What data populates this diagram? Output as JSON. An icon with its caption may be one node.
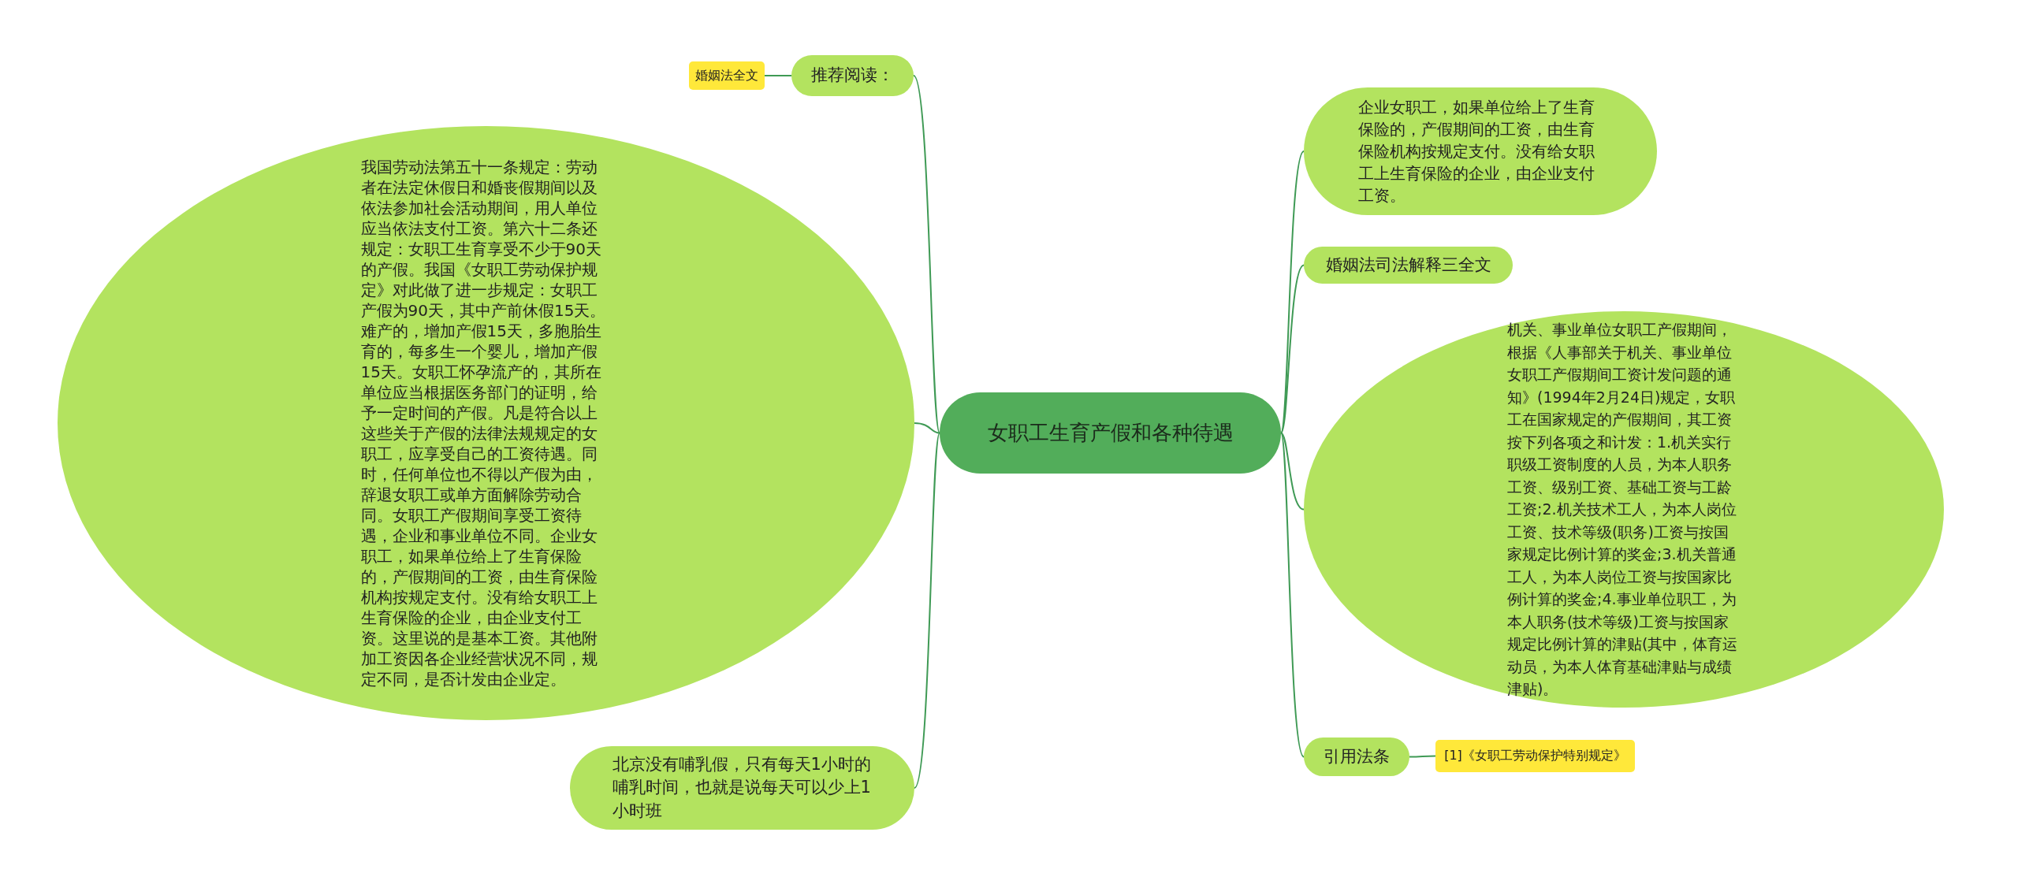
{
  "diagram": {
    "nodes": [
      {
        "text": [
          "女职工生育产假和各种待遇"
        ]
      },
      {
        "text": [
          "推荐阅读："
        ]
      },
      {
        "text": [
          "婚姻法全文"
        ]
      },
      {
        "text": [
          "我国劳动法第五十一条规定：劳动者在法定休假日和婚丧假期间以及依法参加社会活动期间，用人单位应当依法支付工资。第六十二条还规定：女职工生育享受不少于90天的产假。我国《女职工劳动保护规定》对此做了进一步规定：女职工产假为90天，其中产前休假15天。难产的，增加产假15天，多胞胎生育的，每多生一个婴儿，增加产假15天。女职工怀孕流产的，其所在单位应当根据医务部门的证明，给予一定时间的产假。凡是符合以上这些关于产假的法律法规规定的女职工，应享受自己的工资待遇。同时，任何单位也不得以产假为由，辞退女职工或单方面解除劳动合同。女职工产假期间享受工资待遇，企业和事业单位不同。企业女职工，如果单位给上了生育保险的，产假期间的工资，由生育保险机构按规定支付。没有给女职工上生育保险的企业，由企业支付工资。这里说的是基本工资。其他附加工资因各企业经营状况不同，规定不同，是否计发由企业定。"
        ]
      },
      {
        "text": [
          "北京没有哺乳假，只有每天1小时的哺乳时间，也就是说每天可以少上1小时班"
        ]
      },
      {
        "text": [
          "企业女职工，如果单位给上了生育保险的，产假期间的工资，由生育保险机构按规定支付。没有给女职工上生育保险的企业，由企业支付工资。"
        ]
      },
      {
        "text": [
          "婚姻法司法解释三全文"
        ]
      },
      {
        "text": [
          "机关、事业单位女职工产假期间，根据《人事部关于机关、事业单位女职工产假期间工资计发问题的通知》(1994年2月24日)规定，女职工在国家规定的产假期间，其工资按下列各项之和计发：1.机关实行职级工资制度的人员，为本人职务工资、级别工资、基础工资与工龄工资;2.机关技术工人，为本人岗位工资、技术等级(职务)工资与按国家规定比例计算的奖金;3.机关普通工人，为本人岗位工资与按国家比例计算的奖金;4.事业单位职工，为本人职务(技术等级)工资与按国家规定比例计算的津贴(其中，体育运动员，为本人体育基础津贴与成绩津贴)。"
        ]
      },
      {
        "text": [
          "引用法条"
        ]
      },
      {
        "text": [
          "[1]《女职工劳动保护特别规定》"
        ]
      }
    ],
    "edges": [
      {
        "from": 0,
        "to": 1,
        "arrow": "none"
      },
      {
        "from": 1,
        "to": 2,
        "arrow": "none"
      },
      {
        "from": 0,
        "to": 3,
        "arrow": "none"
      },
      {
        "from": 0,
        "to": 4,
        "arrow": "none"
      },
      {
        "from": 0,
        "to": 5,
        "arrow": "none"
      },
      {
        "from": 0,
        "to": 6,
        "arrow": "none"
      },
      {
        "from": 0,
        "to": 7,
        "arrow": "none"
      },
      {
        "from": 0,
        "to": 8,
        "arrow": "none"
      },
      {
        "from": 8,
        "to": 9,
        "arrow": "none"
      }
    ]
  }
}
